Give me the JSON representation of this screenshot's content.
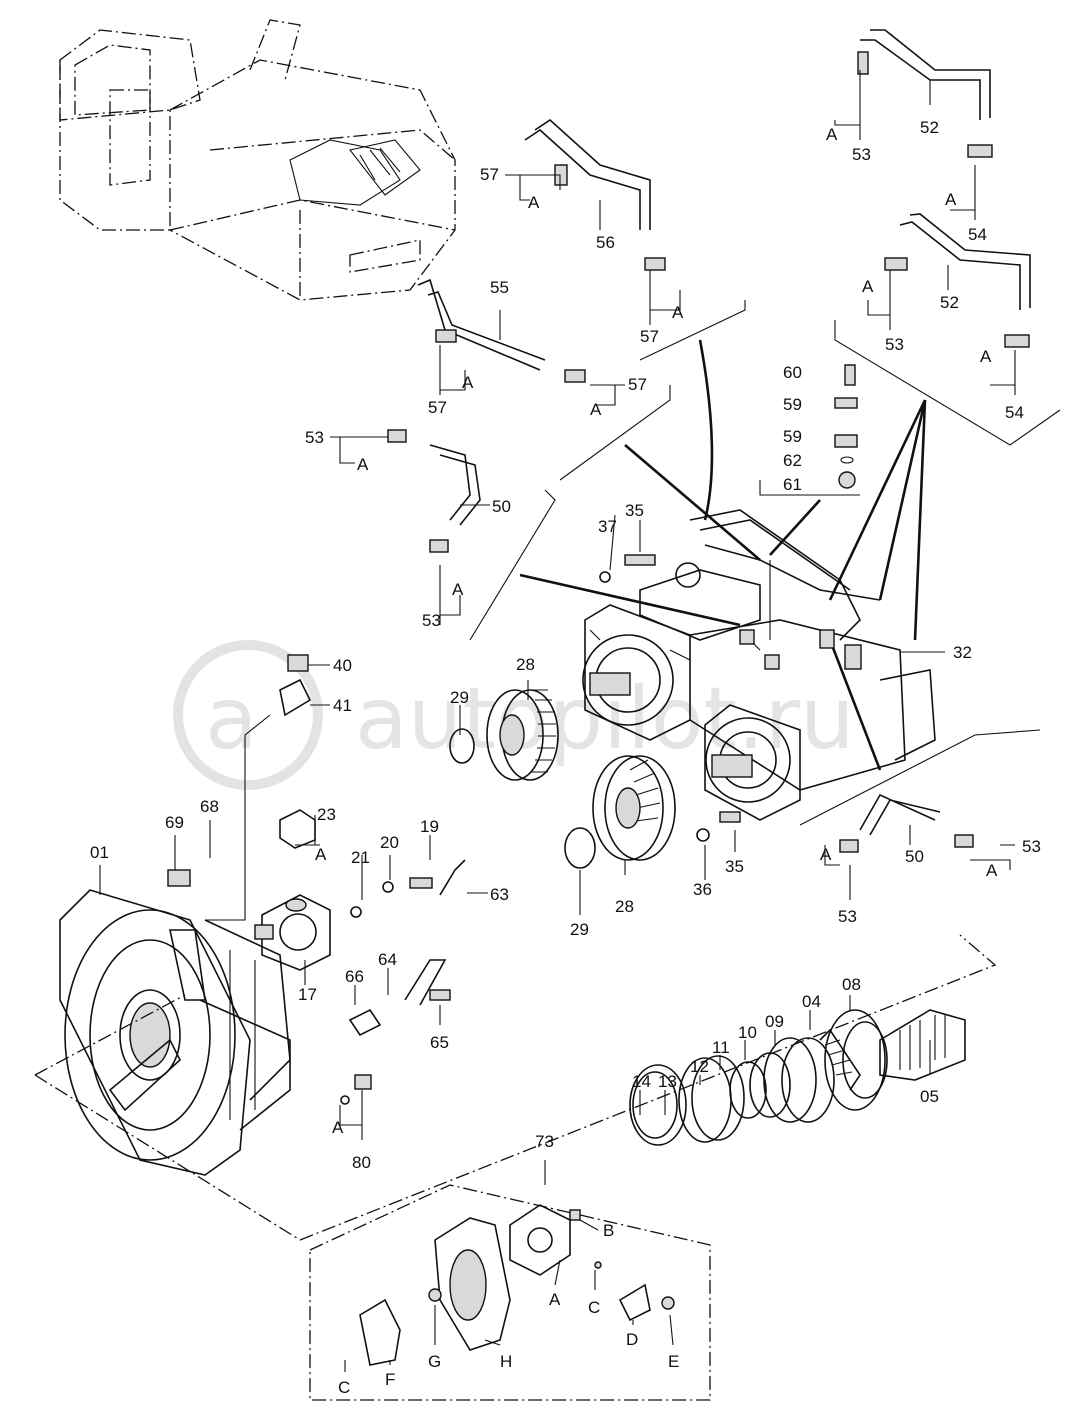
{
  "watermark": {
    "text": "autopilot.ru",
    "logo": "a-circle-logo"
  },
  "labels": {
    "p01": "01",
    "p04": "04",
    "p05": "05",
    "p08": "08",
    "p09": "09",
    "p10": "10",
    "p11": "11",
    "p12": "12",
    "p13": "13",
    "p14": "14",
    "p17": "17",
    "p19": "19",
    "p20": "20",
    "p21": "21",
    "p23": "23",
    "p28": "28",
    "p29": "29",
    "p32": "32",
    "p35": "35",
    "p36": "36",
    "p37": "37",
    "p40": "40",
    "p41": "41",
    "p50": "50",
    "p52": "52",
    "p53": "53",
    "p54": "54",
    "p55": "55",
    "p56": "56",
    "p57": "57",
    "p59": "59",
    "p60": "60",
    "p61": "61",
    "p62": "62",
    "p63": "63",
    "p64": "64",
    "p65": "65",
    "p66": "66",
    "p68": "68",
    "p69": "69",
    "p73": "73",
    "p80": "80",
    "A": "A",
    "B": "B",
    "C": "C",
    "D": "D",
    "E": "E",
    "F": "F",
    "G": "G",
    "H": "H"
  }
}
